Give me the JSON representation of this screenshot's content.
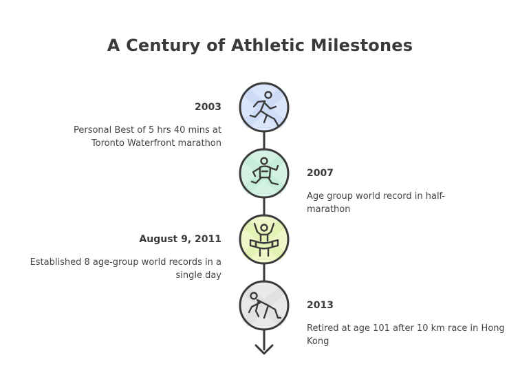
{
  "title": "A Century of Athletic Milestones",
  "milestones": [
    {
      "date": "2003",
      "text": "Personal Best of 5 hrs 40 mins at Toronto Waterfront marathon",
      "icon": "running-person-icon",
      "color": "#dbe6fb"
    },
    {
      "date": "2007",
      "text": "Age group world record in half-marathon",
      "icon": "runner-bib-icon",
      "color": "#d4f2e4"
    },
    {
      "date": "August 9, 2011",
      "text": "Established 8 age-group world records in a single day",
      "icon": "finish-line-winner-icon",
      "color": "#edf7c8"
    },
    {
      "date": "2013",
      "text": "Retired at age 101 after 10 km race in Hong Kong",
      "icon": "sprint-start-icon",
      "color": "#e9e9e9"
    }
  ]
}
